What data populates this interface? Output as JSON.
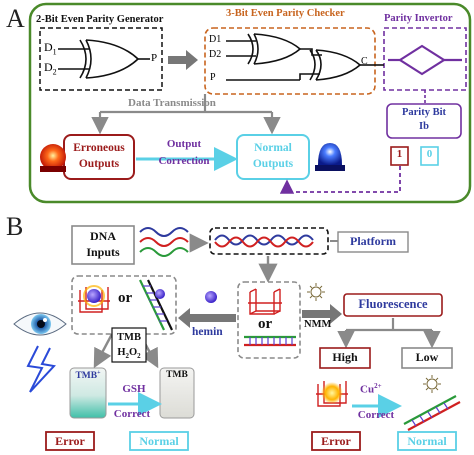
{
  "panel_a": {
    "letter": "A",
    "generator_title": "2-Bit Even Parity Generator",
    "checker_title": "3-Bit Even Parity Checker",
    "invertor_title": "Parity Invertor",
    "gen_inputs": [
      "D",
      "D"
    ],
    "gen_input_subs": [
      "1",
      "2"
    ],
    "gen_output": "P",
    "checker_inputs": [
      "D1",
      "D2",
      "P"
    ],
    "checker_output": "C",
    "data_transmission": "Data Transmission",
    "erroneous_outputs": [
      "Erroneous",
      "Outputs"
    ],
    "output_correction": [
      "Output",
      "Correction"
    ],
    "normal_outputs": [
      "Normal",
      "Outputs"
    ],
    "parity_bit": [
      "Parity Bit",
      "Ib"
    ],
    "bit_one": "1",
    "bit_zero": "0"
  },
  "panel_b": {
    "letter": "B",
    "dna_inputs": [
      "DNA",
      "Inputs"
    ],
    "platform": "Platform",
    "or_labels": [
      "or",
      "or"
    ],
    "hemin": "hemin",
    "nmm": "NMM",
    "fluorescence": "Fluorescence",
    "tmb": "TMB",
    "h2o2": "H",
    "h2o2_sub1": "2",
    "h2o2_mid": "O",
    "h2o2_sub2": "2",
    "tmb_plus": "TMB",
    "tmb_plus_sup": "+",
    "tmb_vial": "TMB",
    "gsh": "GSH",
    "correct": "Correct",
    "high": "High",
    "low": "Low",
    "cu": "Cu",
    "cu_sup": "2+",
    "error_left": "Error",
    "normal_left": "Normal",
    "error_right": "Error",
    "normal_right": "Normal"
  },
  "colors": {
    "green_border": "#4a8a2a",
    "orange": "#c8641e",
    "purple": "#7030a0",
    "dark_red": "#9b1b1b",
    "cyan": "#5ad0e6",
    "gray_arrow": "#808080",
    "blue_text": "#2e3a9e"
  }
}
